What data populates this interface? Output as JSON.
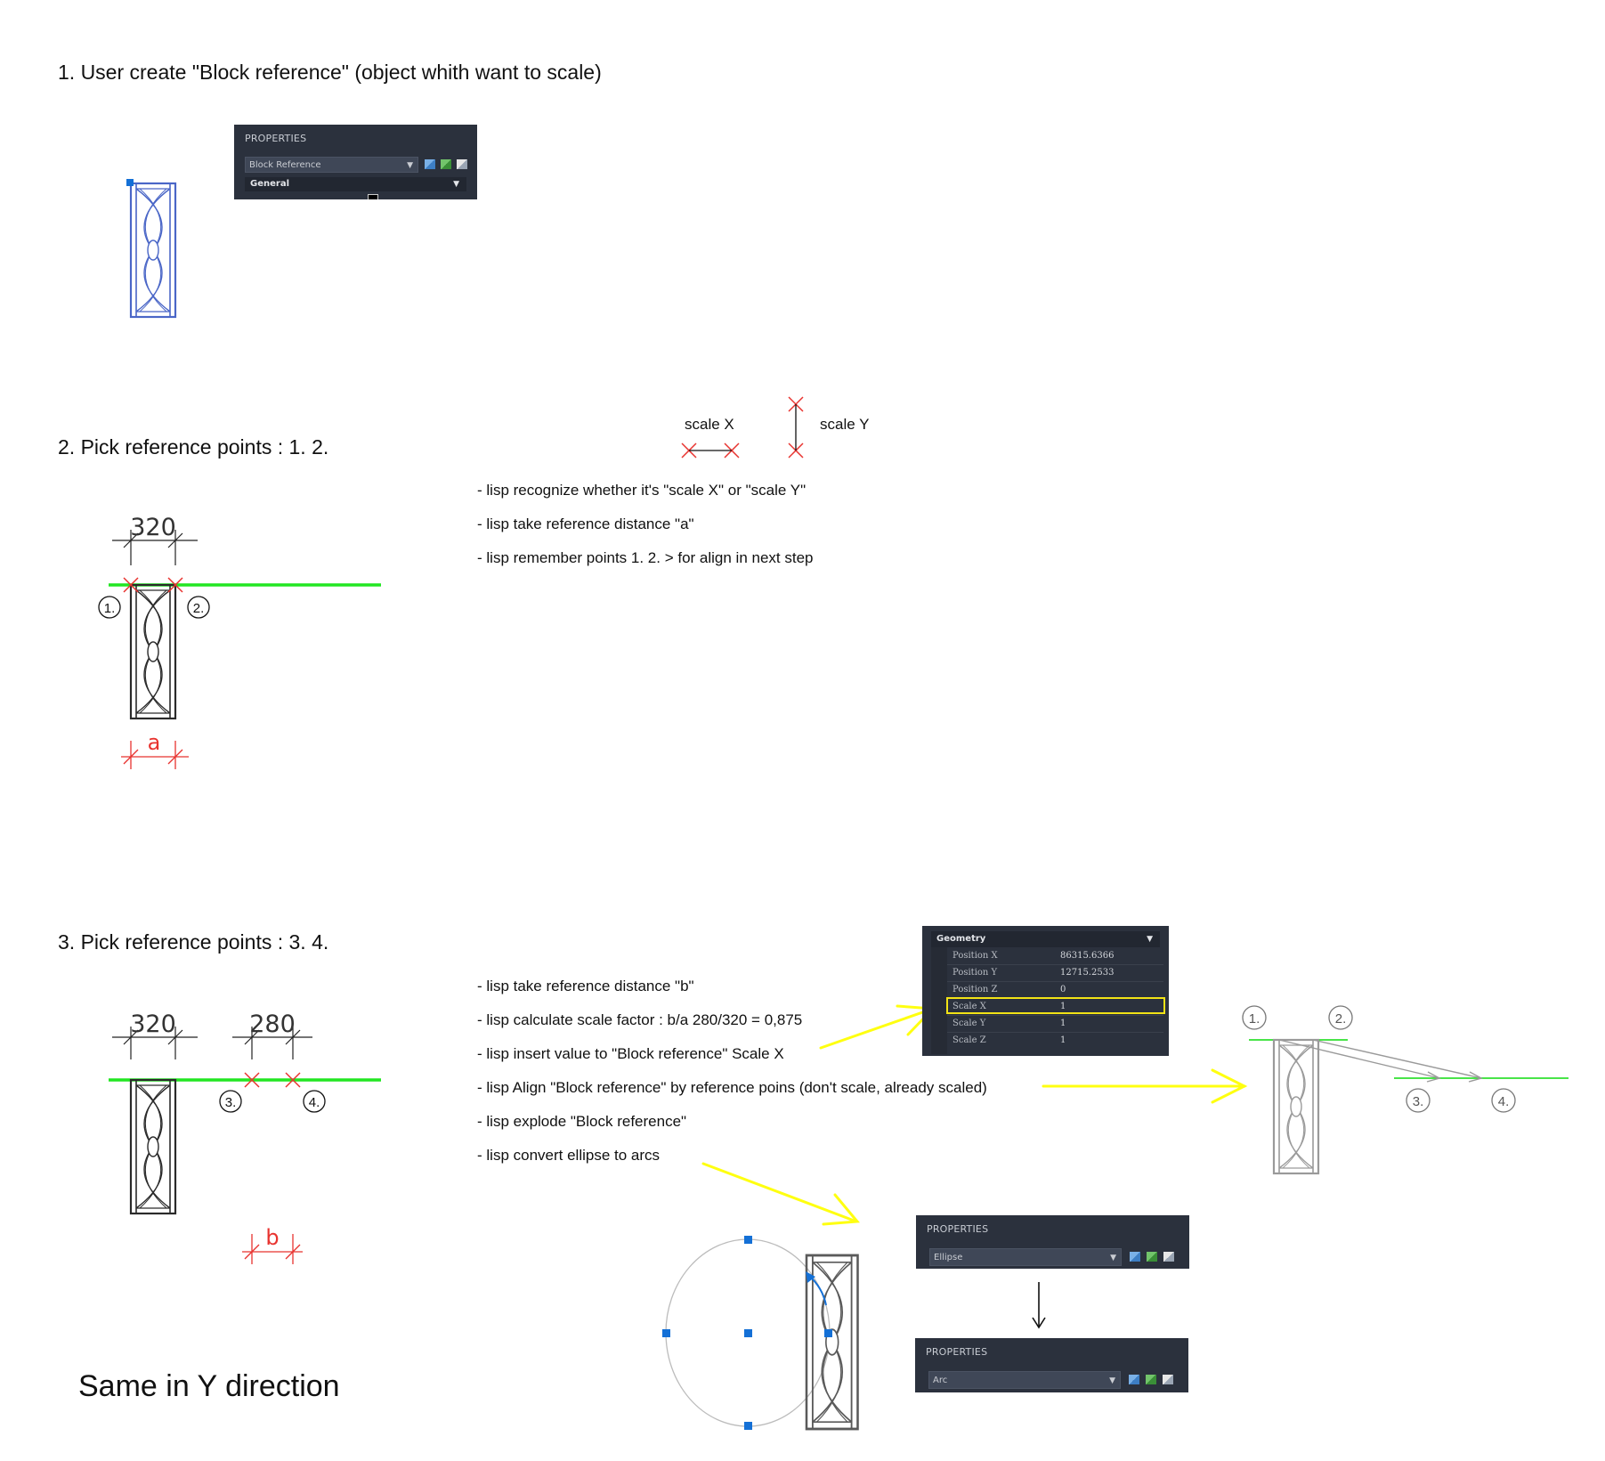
{
  "steps": {
    "s1": "1. User create \"Block reference\" (object whith want to scale)",
    "s2": "2. Pick reference points : 1. 2.",
    "s3": "3. Pick reference points : 3. 4.",
    "same": "Same in Y direction"
  },
  "legend": {
    "scale_x": "scale X",
    "scale_y": "scale Y"
  },
  "notes2": [
    "- lisp recognize whether it's \"scale X\" or \"scale Y\"",
    "- lisp take reference distance \"a\"",
    "- lisp remember points 1. 2. > for align in next step"
  ],
  "notes3": [
    "- lisp take reference distance \"b\"",
    "- lisp calculate scale factor : b/a  280/320 = 0,875",
    "- lisp insert value to \"Block reference\" Scale X",
    "- lisp Align \"Block reference\" by reference poins (don't scale, already scaled)",
    "- lisp explode \"Block reference\"",
    "- lisp convert ellipse to arcs"
  ],
  "dims": {
    "d320": "320",
    "d280": "280",
    "a": "a",
    "b": "b"
  },
  "points": {
    "p1": "1.",
    "p2": "2.",
    "p3": "3.",
    "p4": "4."
  },
  "panel1": {
    "header": "PROPERTIES",
    "type": "Block Reference",
    "section": "General"
  },
  "geometry": {
    "section": "Geometry",
    "rows": [
      {
        "k": "Position X",
        "v": "86315.6366"
      },
      {
        "k": "Position Y",
        "v": "12715.2533"
      },
      {
        "k": "Position Z",
        "v": "0"
      },
      {
        "k": "Scale X",
        "v": "1"
      },
      {
        "k": "Scale Y",
        "v": "1"
      },
      {
        "k": "Scale Z",
        "v": "1"
      }
    ]
  },
  "panel_ellipse": {
    "header": "PROPERTIES",
    "type": "Ellipse"
  },
  "panel_arc": {
    "header": "PROPERTIES",
    "type": "Arc"
  },
  "colors": {
    "green": "#22e622",
    "red": "#e8332f",
    "yellow": "#ffff10",
    "blue": "#4a66c7",
    "grip": "#1470d6"
  }
}
